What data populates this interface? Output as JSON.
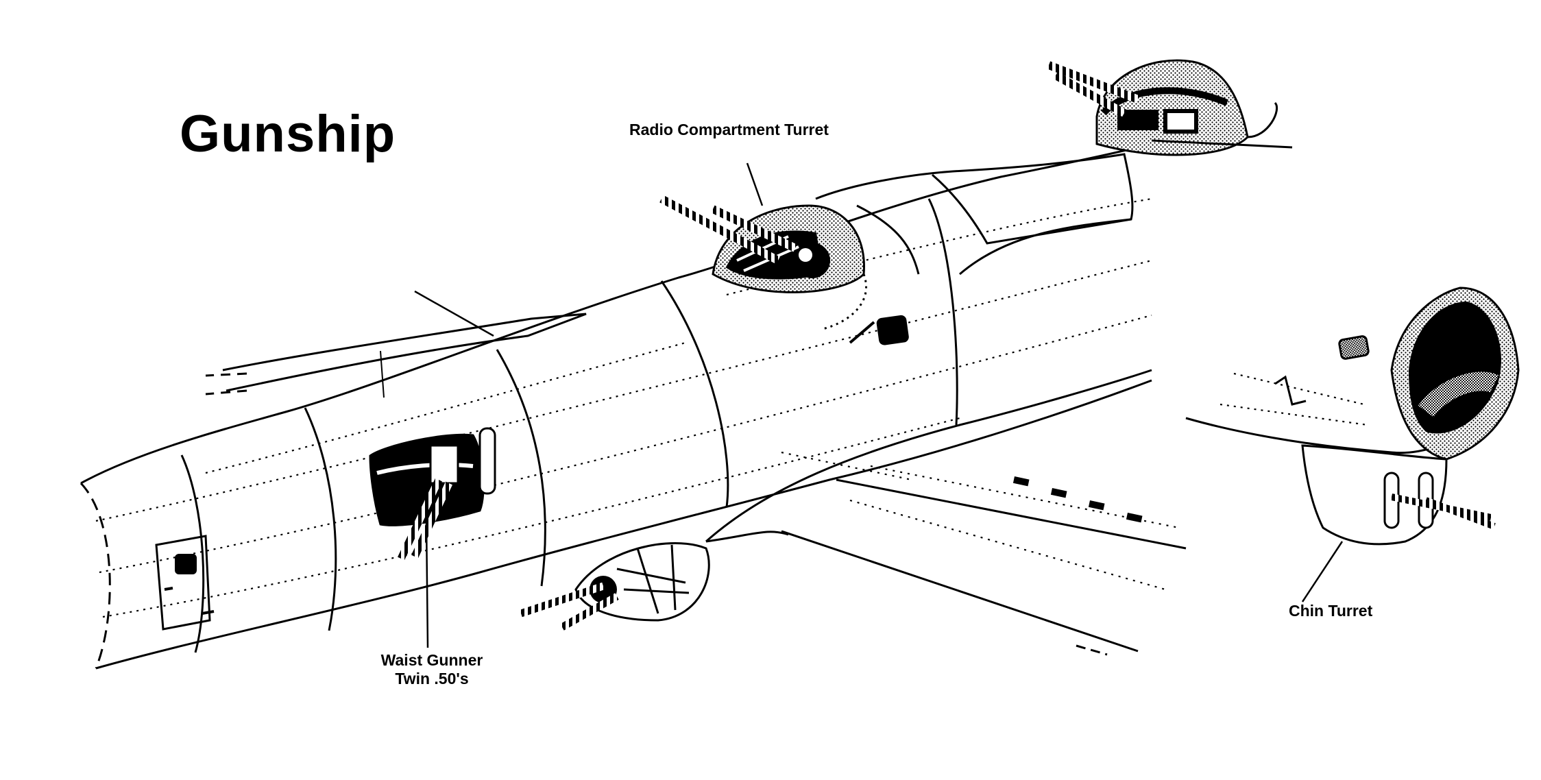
{
  "title": "Gunship",
  "labels": {
    "radio_turret": "Radio Compartment Turret",
    "waist_gunner_line1": "Waist Gunner",
    "waist_gunner_line2": "Twin .50's",
    "chin_turret": "Chin Turret"
  },
  "colors": {
    "ink": "#000000",
    "paper": "#ffffff"
  }
}
